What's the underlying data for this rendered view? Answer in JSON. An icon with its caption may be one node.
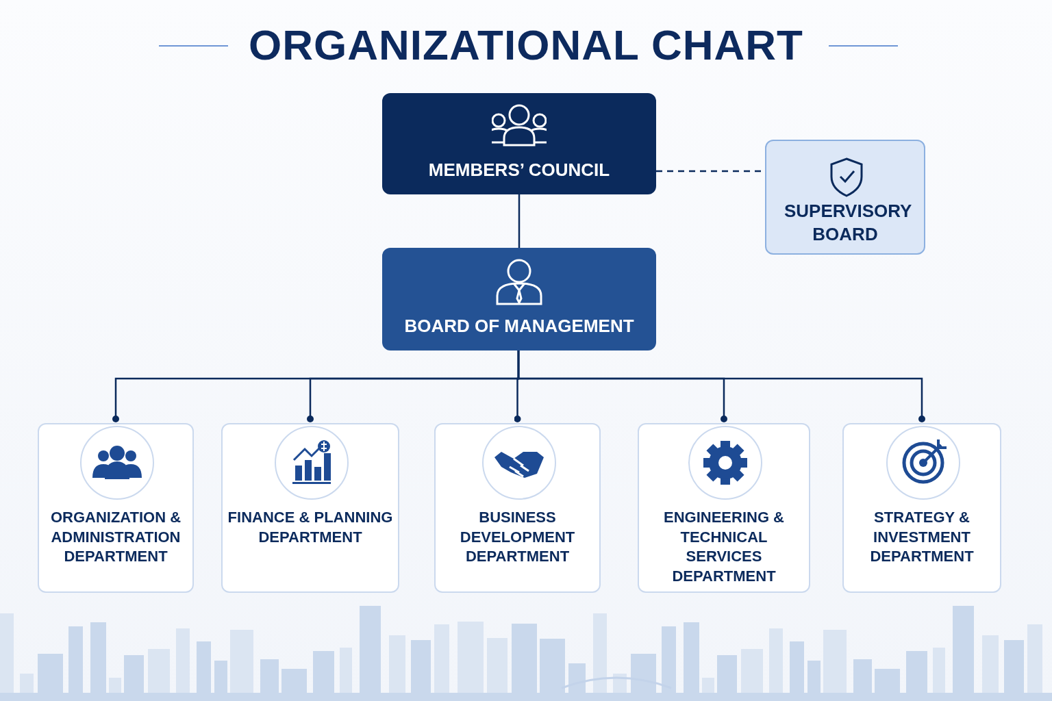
{
  "diagram": {
    "title": "ORGANIZATIONAL CHART",
    "nodes": [
      {
        "text": [
          "MEMBERS’ COUNCIL"
        ]
      },
      {
        "text": [
          "SUPERVISORY BOARD"
        ]
      },
      {
        "text": [
          "BOARD OF MANAGEMENT"
        ]
      },
      {
        "text": [
          "ORGANIZATION & ADMINISTRATION DEPARTMENT"
        ]
      },
      {
        "text": [
          "FINANCE & PLANNING DEPARTMENT"
        ]
      },
      {
        "text": [
          "BUSINESS DEVELOPMENT DEPARTMENT"
        ]
      },
      {
        "text": [
          "ENGINEERING & TECHNICAL SERVICES DEPARTMENT"
        ]
      },
      {
        "text": [
          "STRATEGY & INVESTMENT DEPARTMENT"
        ]
      }
    ],
    "edges": [
      {
        "from": 0,
        "to": 1,
        "arrow": "none",
        "style": "dashed"
      },
      {
        "from": 0,
        "to": 2,
        "arrow": "none"
      },
      {
        "from": 2,
        "to": 3,
        "arrow": "other"
      },
      {
        "from": 2,
        "to": 4,
        "arrow": "other"
      },
      {
        "from": 2,
        "to": 5,
        "arrow": "other"
      },
      {
        "from": 2,
        "to": 6,
        "arrow": "other"
      },
      {
        "from": 2,
        "to": 7,
        "arrow": "other"
      }
    ]
  }
}
